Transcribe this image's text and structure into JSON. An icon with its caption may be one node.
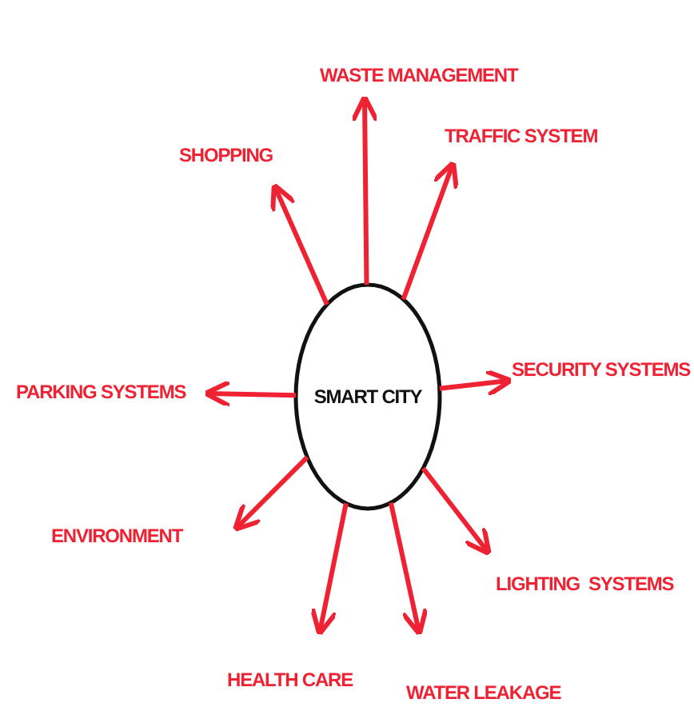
{
  "diagram": {
    "nodes": [
      {
        "text": [
          "SMART CITY"
        ]
      },
      {
        "text": [
          "WASTE MANAGEMENT"
        ]
      },
      {
        "text": [
          "SHOPPING"
        ]
      },
      {
        "text": [
          "TRAFFIC SYSTEM"
        ]
      },
      {
        "text": [
          "PARKING SYSTEMS"
        ]
      },
      {
        "text": [
          "SECURITY SYSTEMS"
        ]
      },
      {
        "text": [
          "ENVIRONMENT"
        ]
      },
      {
        "text": [
          "LIGHTING  SYSTEMS"
        ]
      },
      {
        "text": [
          "HEALTH CARE"
        ]
      },
      {
        "text": [
          "WATER LEAKAGE"
        ]
      }
    ],
    "edges": [
      {
        "from": 0,
        "to": 1,
        "arrow": "to"
      },
      {
        "from": 0,
        "to": 2,
        "arrow": "to"
      },
      {
        "from": 0,
        "to": 3,
        "arrow": "to"
      },
      {
        "from": 0,
        "to": 4,
        "arrow": "to"
      },
      {
        "from": 0,
        "to": 5,
        "arrow": "to"
      },
      {
        "from": 0,
        "to": 6,
        "arrow": "to"
      },
      {
        "from": 0,
        "to": 7,
        "arrow": "to"
      },
      {
        "from": 0,
        "to": 8,
        "arrow": "to"
      },
      {
        "from": 0,
        "to": 9,
        "arrow": "to"
      }
    ]
  }
}
